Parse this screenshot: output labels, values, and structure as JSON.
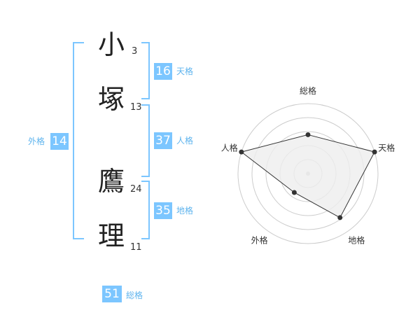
{
  "characters": [
    {
      "char": "小",
      "strokes": "3"
    },
    {
      "char": "塚",
      "strokes": "13"
    },
    {
      "char": "鷹",
      "strokes": "24"
    },
    {
      "char": "理",
      "strokes": "11"
    }
  ],
  "kaku": {
    "tenkaku": {
      "value": "16",
      "label": "天格"
    },
    "jinkaku": {
      "value": "37",
      "label": "人格"
    },
    "chikaku": {
      "value": "35",
      "label": "地格"
    },
    "gaikaku": {
      "value": "14",
      "label": "外格"
    },
    "soukaku": {
      "value": "51",
      "label": "総格"
    }
  },
  "chart_data": {
    "type": "radar",
    "axes": [
      "総格",
      "天格",
      "地格",
      "外格",
      "人格"
    ],
    "values": [
      2,
      4,
      3,
      1,
      4
    ],
    "max": 4,
    "colors": {
      "fill": "#eeeeee",
      "line": "#333333",
      "grid": "#cccccc"
    }
  }
}
